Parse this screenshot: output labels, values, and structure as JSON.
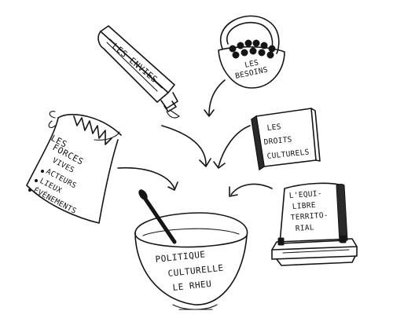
{
  "labels": {
    "envies": "LES ENVIES",
    "besoins_1": "LES",
    "besoins_2": "BESOINS",
    "droits_1": "LES",
    "droits_2": "DROITS",
    "droits_3": "CULTURELS",
    "forces_1": "LES",
    "forces_2": "FORCES",
    "forces_3": "VIVES",
    "forces_item_1": "ACTEURS",
    "forces_item_2": "LIEUX",
    "forces_item_3": "ÉVÉNEMENTS",
    "equilibre_1": "L'EQUI-",
    "equilibre_2": "LIBRE",
    "equilibre_3": "TERRITO-",
    "equilibre_4": "RIAL",
    "bowl_1": "POLITIQUE",
    "bowl_2": "CULTURELLE",
    "bowl_3": "LE RHEU"
  }
}
